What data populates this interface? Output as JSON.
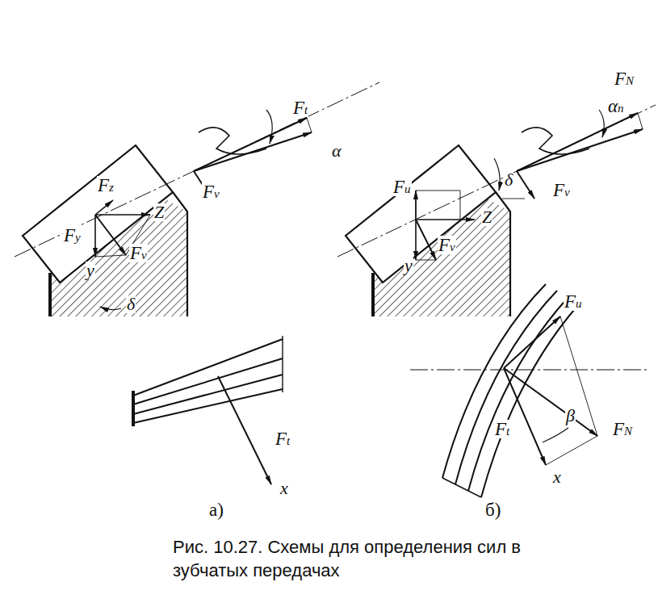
{
  "diagram": {
    "caption": "Рис. 10.27. Схемы для определения сил в зубчатых передачах",
    "labels": [
      "Ft",
      "α",
      "Fv",
      "Fz",
      "Z",
      "Fy",
      "Fv",
      "y",
      "δ",
      "Ft",
      "x",
      "а)",
      "FN",
      "αn",
      "Fv",
      "Fu",
      "δ",
      "Z",
      "y",
      "Fv",
      "Fu",
      "FN",
      "Ft",
      "β",
      "x",
      "б)"
    ]
  }
}
